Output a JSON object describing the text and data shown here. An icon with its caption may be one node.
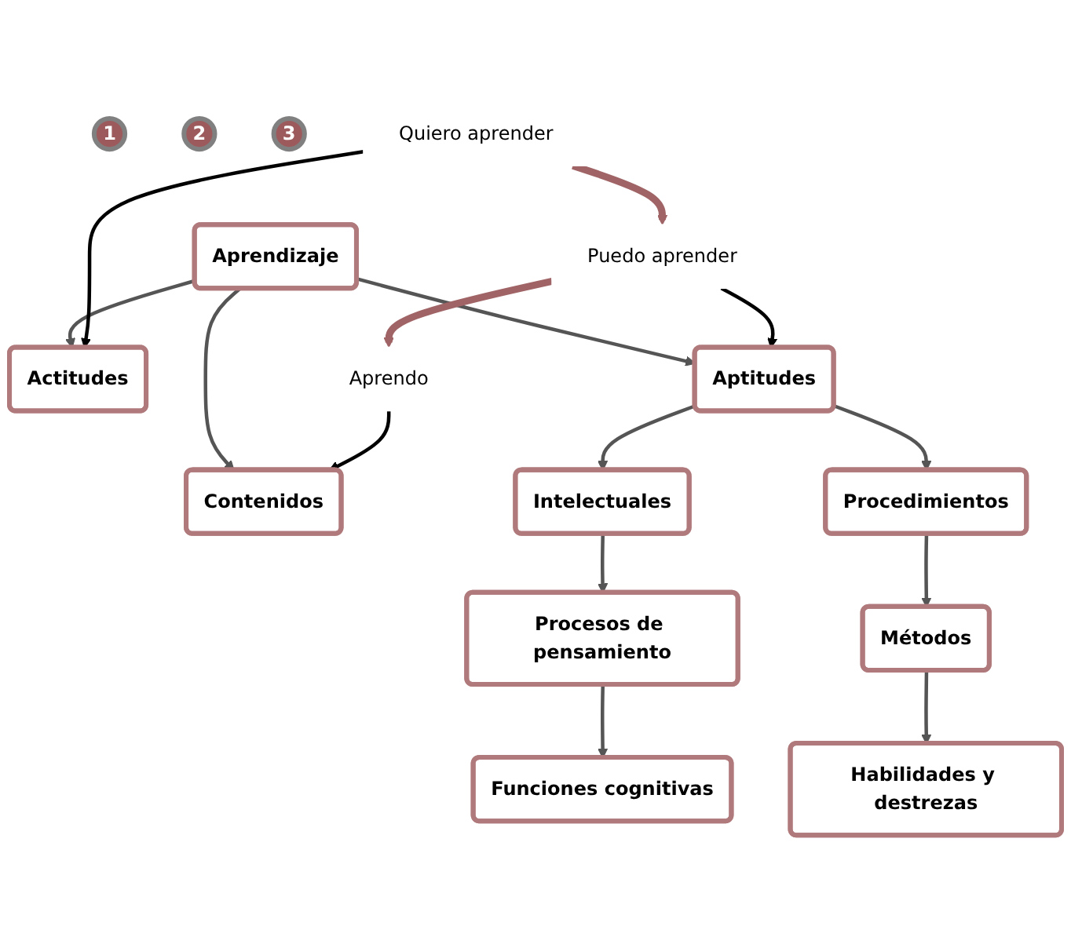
{
  "diagram": {
    "nodes": [
      {
        "text": [
          "Aprendizaje"
        ]
      },
      {
        "text": [
          "1"
        ]
      },
      {
        "text": [
          "Actitudes"
        ]
      },
      {
        "text": [
          "2"
        ]
      },
      {
        "text": [
          "Aptitudes"
        ]
      },
      {
        "text": [
          "3"
        ]
      },
      {
        "text": [
          "Contenidos"
        ]
      },
      {
        "text": [
          "Intelectuales"
        ]
      },
      {
        "text": [
          "Procedimientos"
        ]
      },
      {
        "text": [
          "Procesos de pensamiento"
        ]
      },
      {
        "text": [
          "Métodos"
        ]
      },
      {
        "text": [
          "Funciones cognitivas"
        ]
      },
      {
        "text": [
          "Habilidades y destrezas"
        ]
      },
      {
        "text": [
          "Quiero aprender"
        ]
      },
      {
        "text": [
          "Puedo aprender"
        ]
      },
      {
        "text": [
          "Aprendo"
        ]
      }
    ],
    "edges": [
      {
        "from": 0,
        "to": 2,
        "arrow": "to"
      },
      {
        "from": 0,
        "to": 4,
        "arrow": "to"
      },
      {
        "from": 0,
        "to": 6,
        "arrow": "to"
      },
      {
        "from": 4,
        "to": 7,
        "arrow": "to"
      },
      {
        "from": 4,
        "to": 8,
        "arrow": "to"
      },
      {
        "from": 7,
        "to": 9,
        "arrow": "to"
      },
      {
        "from": 9,
        "to": 11,
        "arrow": "to"
      },
      {
        "from": 8,
        "to": 10,
        "arrow": "to"
      },
      {
        "from": 10,
        "to": 12,
        "arrow": "to"
      },
      {
        "from": 13,
        "to": 2,
        "arrow": "to",
        "color": "#000000"
      },
      {
        "from": 14,
        "to": 4,
        "arrow": "to",
        "color": "#000000"
      },
      {
        "from": 15,
        "to": 6,
        "arrow": "to",
        "color": "#000000"
      },
      {
        "from": 13,
        "to": 14,
        "arrow": "to",
        "style": "thick",
        "color": "#a06466"
      },
      {
        "from": 14,
        "to": 15,
        "arrow": "to",
        "style": "thick",
        "color": "#a06466"
      }
    ]
  }
}
